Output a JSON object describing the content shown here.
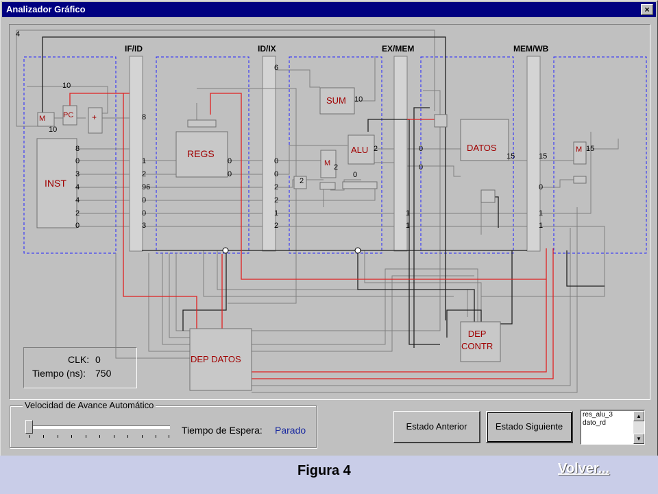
{
  "window": {
    "title": "Analizador Gráfico",
    "close_glyph": "×"
  },
  "colors": {
    "titlebar": "#000080",
    "wire_red": "#e02020",
    "block_label": "#a00000",
    "dashed_box": "#2020ff",
    "status_value": "#1a2aa0"
  },
  "stages": [
    "IF/ID",
    "ID/IX",
    "EX/MEM",
    "MEM/WB"
  ],
  "blocks": {
    "mux_if": "M",
    "pc": "PC",
    "adder": "+",
    "inst": "INST",
    "regs": "REGS",
    "sum": "SUM",
    "alu": "ALU",
    "mux_ex": "M",
    "datos": "DATOS",
    "mux_wb": "M",
    "dep_datos": "DEP DATOS",
    "dep_contr": "DEP\nCONTR"
  },
  "values": {
    "top_left": "4",
    "pc_in": "10",
    "pc_loop": "10",
    "if_id_top": "8",
    "inst_out": [
      "8",
      "0",
      "3",
      "4",
      "4",
      "2",
      "0"
    ],
    "if_id_out": [
      "1",
      "2",
      "96",
      "0",
      "0",
      "3"
    ],
    "regs_out": [
      "0",
      "0"
    ],
    "id_ix_top": "6",
    "id_ix_out": [
      "0",
      "0",
      "2",
      "2",
      "1",
      "2"
    ],
    "sum_out": "10",
    "alu_out": "2",
    "mux_small": "2",
    "mux_ex_sel": "2",
    "alu_b": "0",
    "ex_mem_out": [
      "0",
      "0"
    ],
    "ex_mem_bottom": [
      "1",
      "1"
    ],
    "datos_out": "15",
    "mem_wb_out": [
      "15",
      "0",
      "1",
      "1"
    ],
    "mux_wb_out": "15"
  },
  "clock": {
    "clk_label": "CLK:",
    "clk_value": "0",
    "time_label": "Tiempo (ns):",
    "time_value": "750"
  },
  "speed": {
    "legend": "Velocidad de Avance Automático",
    "wait_label": "Tiempo de Espera:",
    "wait_value": "Parado",
    "slider_position": 0
  },
  "buttons": {
    "prev": "Estado Anterior",
    "next": "Estado Siguiente"
  },
  "signals_list": [
    "res_alu_3",
    "dato_rd"
  ],
  "footer": {
    "caption": "Figura 4",
    "link": "Volver..."
  }
}
